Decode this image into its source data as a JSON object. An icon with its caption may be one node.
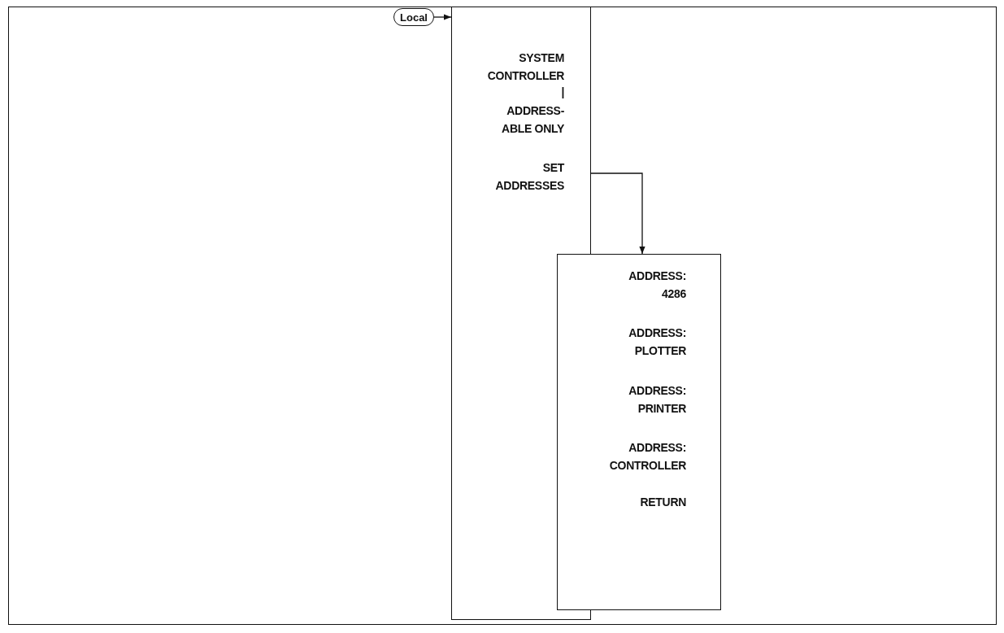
{
  "diagram": {
    "nodes": [
      {
        "text": [
          "Local"
        ]
      },
      {
        "text": [
          "SYSTEM CONTROLLER",
          "|",
          "ADDRESS- ABLE ONLY",
          "SET ADDRESSES"
        ]
      },
      {
        "text": [
          "ADDRESS: 4286",
          "ADDRESS: PLOTTER",
          "ADDRESS: PRINTER",
          "ADDRESS: CONTROLLER",
          "RETURN"
        ]
      }
    ],
    "edges": [
      {
        "from": 0,
        "to": 1,
        "arrow": "to"
      },
      {
        "from": 1,
        "to": 2,
        "arrow": "to"
      }
    ]
  }
}
